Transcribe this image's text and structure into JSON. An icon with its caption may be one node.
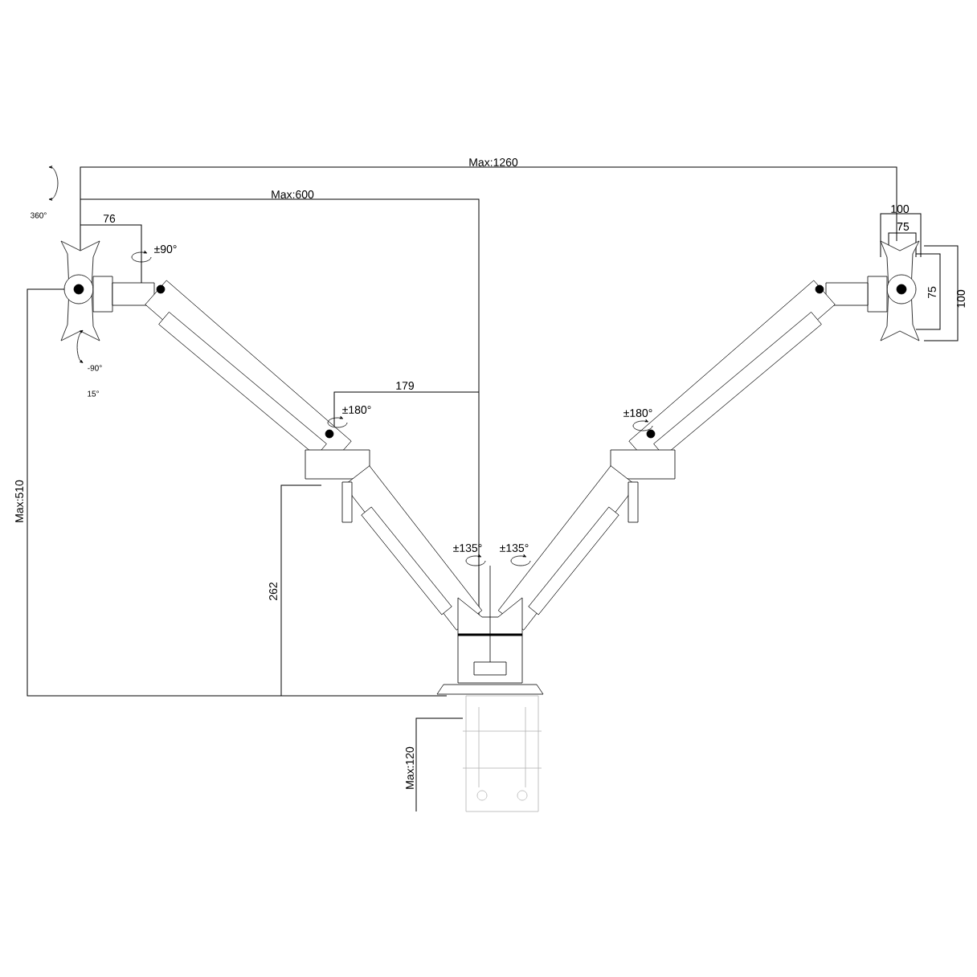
{
  "diagram": {
    "labels": [
      "Max:1260",
      "Max:600",
      "360°",
      "76",
      "±90°",
      "-90°",
      "15°",
      "179",
      "±180°",
      "±180°",
      "100",
      "75",
      "75",
      "100",
      "Max:510",
      "±135°",
      "±135°",
      "262",
      "Max:120"
    ]
  }
}
